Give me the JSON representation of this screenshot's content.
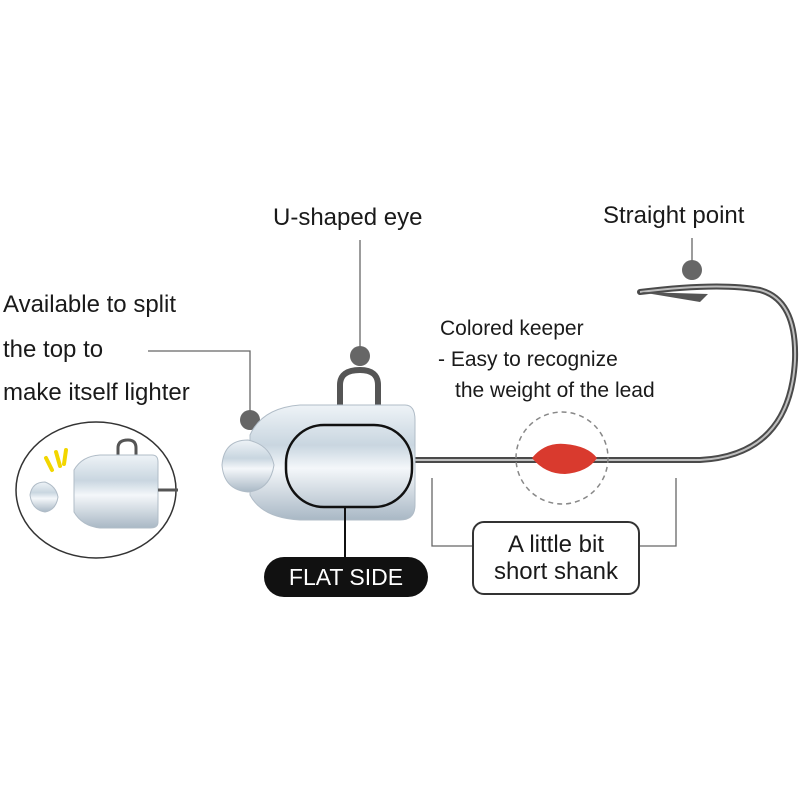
{
  "labels": {
    "u_eye": "U-shaped eye",
    "straight_point": "Straight point",
    "split_line1": "Available to split",
    "split_line2": "the top to",
    "split_line3": "make itself lighter",
    "keeper_title": "Colored keeper",
    "keeper_line2": "- Easy to recognize",
    "keeper_line3": "the weight of the lead",
    "flat_side": "FLAT SIDE",
    "shank_line1": "A little bit",
    "shank_line2": "short shank"
  },
  "colors": {
    "keeper": "#d93a2e",
    "lead_body": "#d9e3ec",
    "leader_line": "#555555",
    "dot": "#666666",
    "highlight": "#f2d600"
  }
}
